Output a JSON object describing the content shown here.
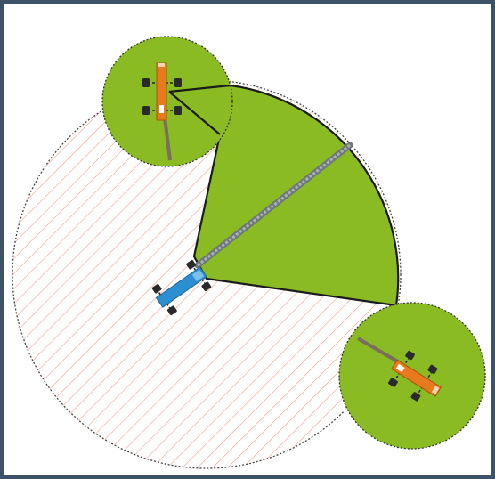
{
  "diagram": {
    "colors": {
      "border": "#3d5266",
      "green": "#8bbb23",
      "hatch": "#f2a08f",
      "dotted_outline": "#444444",
      "outline": "#1b1b1b",
      "primary_vehicle": "#2b8fd1",
      "secondary_vehicle": "#e77a1c",
      "boom": "#808a8e",
      "outrigger_pad": "#2a2a2a"
    },
    "elements": {
      "hatched_region": "restricted-zone",
      "green_sector": "working-sector",
      "left_circle": "left-crane-reach",
      "right_circle": "right-crane-reach",
      "center_vehicle": "blue-crane",
      "top_vehicle": "orange-crane-top",
      "bottom_vehicle": "orange-crane-bottom"
    }
  }
}
